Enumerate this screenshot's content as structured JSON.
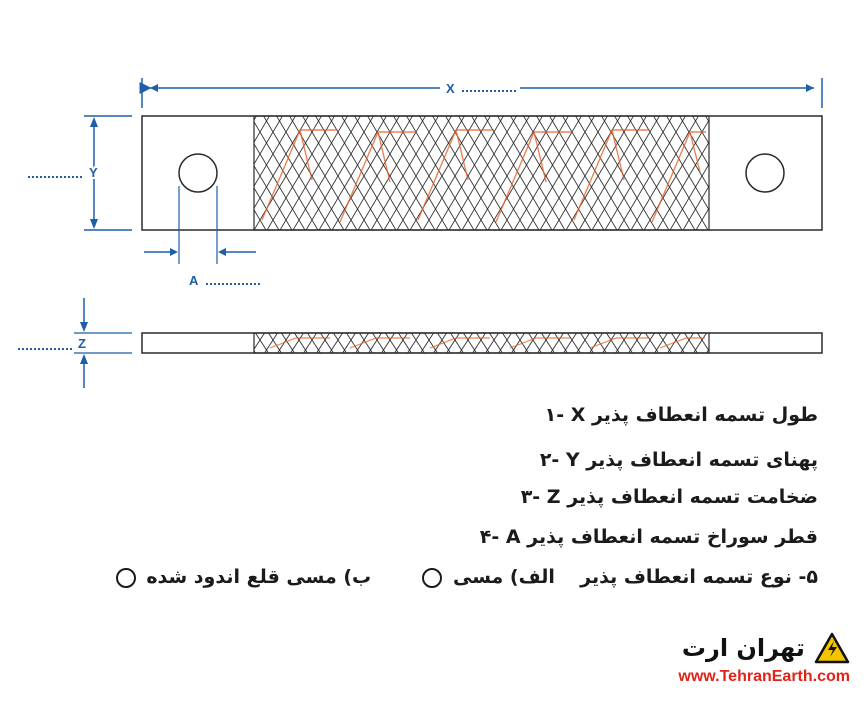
{
  "dimensions": {
    "x_label": "X",
    "y_label": "Y",
    "z_label": "Z",
    "a_label": "A"
  },
  "legend": {
    "item1": "۱- X طول تسمه انعطاف پذیر",
    "item2": "۲- Y پهنای تسمه انعطاف پذیر",
    "item3": "۳- Z ضخامت تسمه انعطاف پذیر",
    "item4": "۴- A قطر سوراخ تسمه انعطاف پذیر",
    "item5_prefix": "۵- نوع تسمه انعطاف پذیر",
    "item5_option_a": "الف) مسی",
    "item5_option_b": "ب) مسی قلع اندود شده"
  },
  "brand": {
    "name": "تهران ارت",
    "url": "www.TehranEarth.com"
  },
  "colors": {
    "dimension_blue": "#1f5ea8",
    "outline": "#2a2a2a",
    "mesh": "#333333",
    "watermark": "#e8632b",
    "brand_red": "#e2231a",
    "logo_yellow": "#f5c400"
  }
}
